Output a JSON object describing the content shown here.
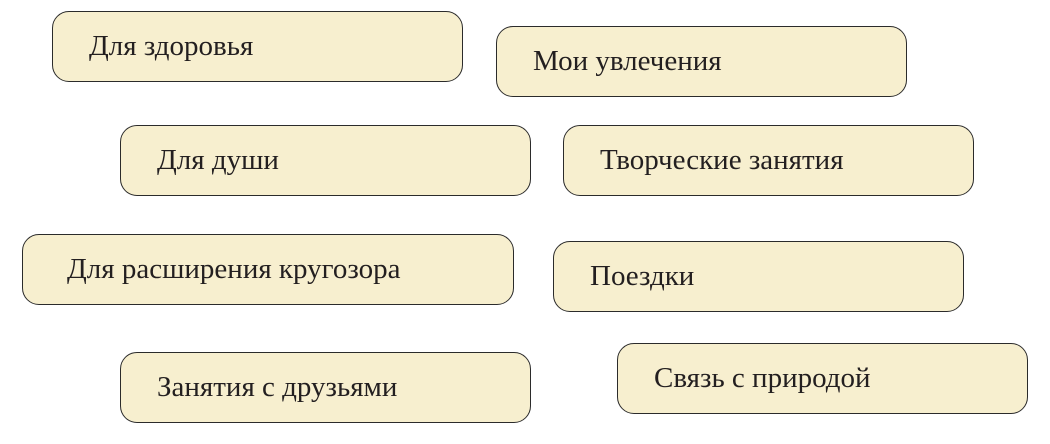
{
  "cards": [
    {
      "label": "Для здоровья"
    },
    {
      "label": "Мои увлечения"
    },
    {
      "label": "Для души"
    },
    {
      "label": "Творческие занятия"
    },
    {
      "label": "Для расширения кругозора"
    },
    {
      "label": "Поездки"
    },
    {
      "label": "Занятия с друзьями"
    },
    {
      "label": "Связь с природой"
    }
  ],
  "colors": {
    "card_fill": "#f7efcf",
    "card_border": "#2b2b2b",
    "text": "#231f20"
  }
}
